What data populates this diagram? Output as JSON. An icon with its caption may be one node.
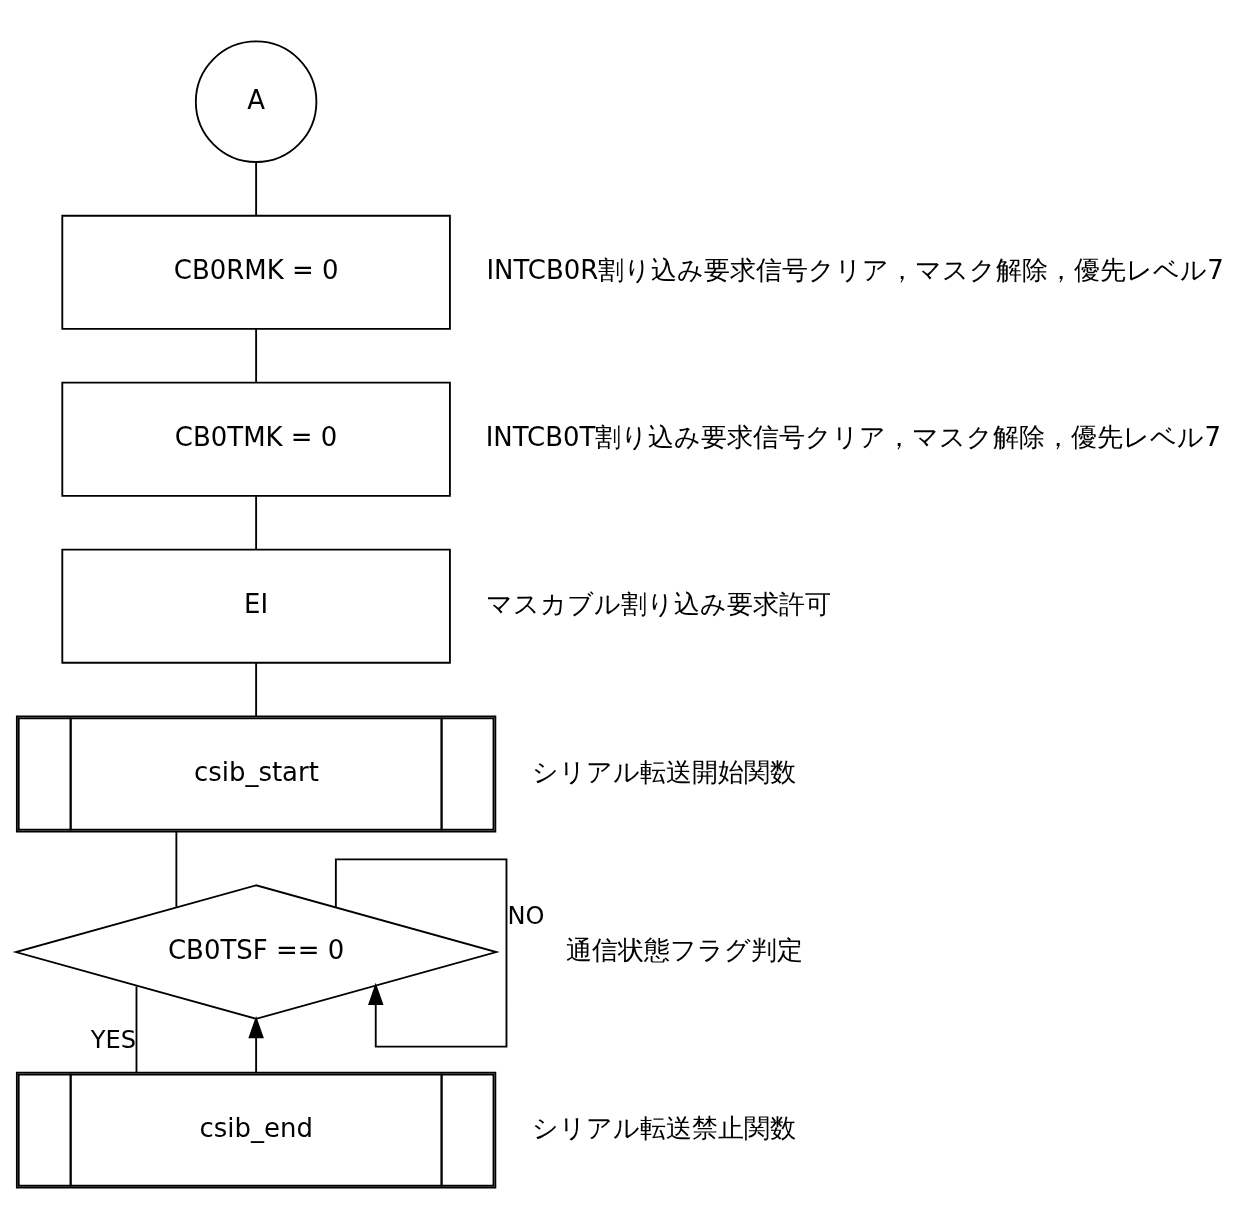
{
  "diagram": {
    "nodes": [
      {
        "text": [
          "A"
        ]
      },
      {
        "text": [
          "CB0RMK = 0"
        ],
        "beside": [
          "INTCB0R割り込み要求信号クリア，マスク解除，優先レベル7"
        ]
      },
      {
        "text": [
          "CB0TMK = 0"
        ],
        "beside": [
          "INTCB0T割り込み要求信号クリア，マスク解除，優先レベル7"
        ]
      },
      {
        "text": [
          "EI"
        ],
        "beside": [
          "マスカブル割り込み要求許可"
        ]
      },
      {
        "text": [
          "csib_start"
        ],
        "beside": [
          "シリアル転送開始関数"
        ]
      },
      {
        "text": [
          "CB0TSF == 0"
        ],
        "beside": [
          "通信状態フラグ判定"
        ]
      },
      {
        "text": [
          "csib_end"
        ],
        "beside": [
          "シリアル転送禁止関数"
        ]
      }
    ],
    "edges": [
      {
        "from": 0,
        "to": 1,
        "arrow": "none"
      },
      {
        "from": 1,
        "to": 2,
        "arrow": "none"
      },
      {
        "from": 2,
        "to": 3,
        "arrow": "none"
      },
      {
        "from": 3,
        "to": 4,
        "arrow": "none"
      },
      {
        "from": 4,
        "to": 5,
        "arrow": "none"
      },
      {
        "from": 5,
        "to": 6,
        "label": "YES",
        "arrow": "none"
      },
      {
        "from": 5,
        "to": 5,
        "label": "NO",
        "arrow": "to"
      },
      {
        "from": 6,
        "to": 5,
        "arrow": "to"
      }
    ]
  }
}
